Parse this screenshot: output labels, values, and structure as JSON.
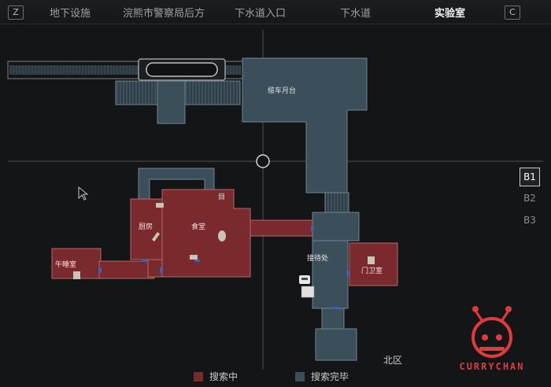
{
  "nav": {
    "left_key": "Z",
    "right_key": "C",
    "tabs": [
      "地下设施",
      "浣熊市警察局后方",
      "下水道入口",
      "下水道",
      "实验室"
    ],
    "active_tab": "实验室"
  },
  "floors": {
    "items": [
      "B1",
      "B2",
      "B3"
    ],
    "active": "B1"
  },
  "rooms": {
    "platform": "缆车月台",
    "kitchen": "厨房",
    "dining": "食堂",
    "nap_room": "午睡室",
    "reception": "接待处",
    "guard_room": "门卫室"
  },
  "map_marks": {
    "door_letter": "目"
  },
  "region": "北区",
  "legend": {
    "searching": "搜索中",
    "searched": "搜索完毕",
    "colors": {
      "searching": "#7a2a2c",
      "searched": "#3a4f5a"
    }
  },
  "watermark": "CURRYCHAN",
  "icons": [
    "lab-map-icon",
    "compass-icon",
    "item-icon",
    "typewriter-icon",
    "mouse-cursor-icon"
  ]
}
